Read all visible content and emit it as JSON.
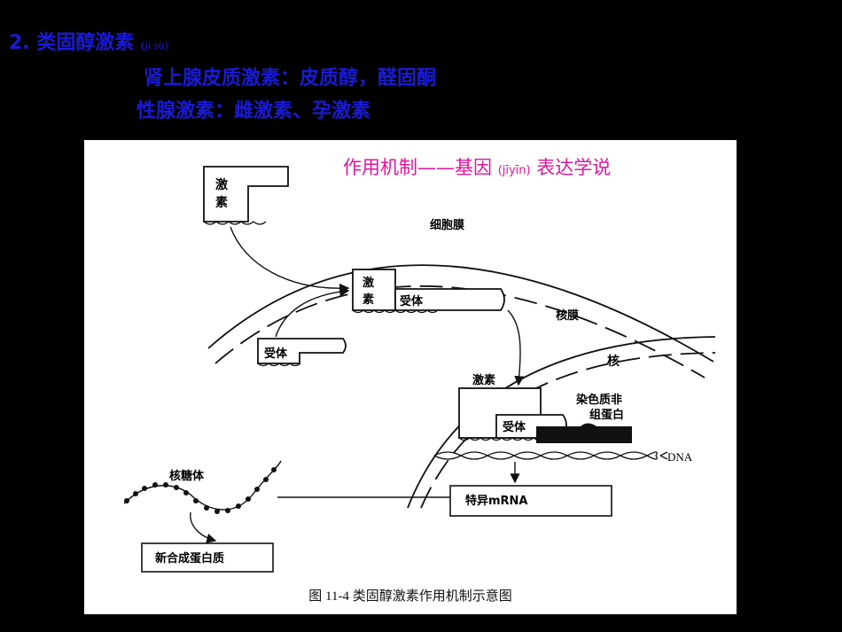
{
  "slide": {
    "heading_num": "2.",
    "heading_text": "类固醇激素",
    "heading_pinyin": "(jì sù)",
    "line2": "肾上腺皮质激素：皮质醇，醛固酮",
    "line3": "性腺激素：雌激素、孕激素"
  },
  "figure": {
    "annotation_a": "作用机制——基因",
    "annotation_pinyin": "(jīyīn)",
    "annotation_b": "表达学说",
    "labels": {
      "hormone": "激素",
      "hormone_char1": "激",
      "hormone_char2": "素",
      "receptor": "受体",
      "cell_membrane": "细胞膜",
      "nuclear_membrane": "核膜",
      "nucleus": "核",
      "chromatin_line1": "染色质非",
      "chromatin_line2": "组蛋白",
      "dna": "DNA",
      "mrna": "特异mRNA",
      "ribosome": "核糖体",
      "new_protein": "新合成蛋白质"
    },
    "caption": "图 11-4    类固醇激素作用机制示意图"
  },
  "colors": {
    "background": "#000000",
    "slide_text": "#1a1ad6",
    "annotation": "#e0159c",
    "figure_bg": "#ffffff",
    "ink": "#111111"
  }
}
